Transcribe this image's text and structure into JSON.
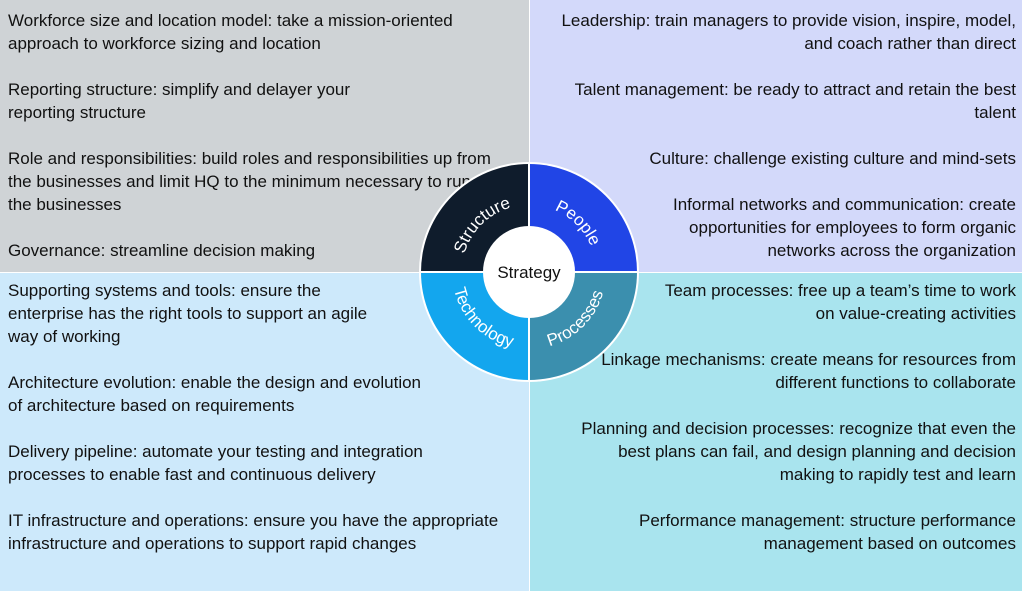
{
  "center_label": "Strategy",
  "colors": {
    "structure": "#0f1c2c",
    "people": "#2145e6",
    "technology": "#13a6ee",
    "processes": "#3b8fae",
    "structure_bg": "#cfd3d6",
    "people_bg": "#d3d9fa",
    "technology_bg": "#cde9fb",
    "processes_bg": "#a9e4ee"
  },
  "wheel": {
    "structure": "Structure",
    "people": "People",
    "technology": "Technology",
    "processes": "Processes"
  },
  "structure_items": [
    {
      "title": "Workforce size and location model:",
      "text": " take a mission-oriented approach to workforce sizing and location"
    },
    {
      "title": "Reporting structure:",
      "text": " simplify and delayer your reporting structure"
    },
    {
      "title": "Role and responsibilities:",
      "text": " build roles and responsibilities up from the businesses and limit HQ to the minimum necessary to run the businesses"
    },
    {
      "title": "Governance:",
      "text": " streamline decision making"
    }
  ],
  "people_items": [
    {
      "title": "Leadership:",
      "text": " train managers to provide vision, inspire, model, and coach rather than direct"
    },
    {
      "title": "Talent management:",
      "text": " be ready to attract and retain the best talent"
    },
    {
      "title": "Culture:",
      "text": " challenge existing culture and mind-sets"
    },
    {
      "title": "Informal networks and communication:",
      "text": " create opportunities for employees to form organic networks across the organization"
    }
  ],
  "technology_items": [
    {
      "title": "Supporting systems and tools:",
      "text": " ensure the enterprise has the right tools to support an agile way of working"
    },
    {
      "title": "Architecture evolution:",
      "text": " enable the design and evolution of architecture based on requirements"
    },
    {
      "title": "Delivery pipeline:",
      "text": " automate your testing and integration processes to enable fast and continuous delivery"
    },
    {
      "title": "IT infrastructure and operations:",
      "text": " ensure you have the appropriate infrastructure and operations to support rapid changes"
    }
  ],
  "processes_items": [
    {
      "title": "Team processes:",
      "text": " free up a team’s time to work on value-creating activities"
    },
    {
      "title": "Linkage mechanisms:",
      "text": " create means for resources from different functions to collaborate"
    },
    {
      "title": "Planning and decision processes:",
      "text": " recognize that even the best plans can fail, and design planning and decision making to rapidly test and learn"
    },
    {
      "title": "Performance management:",
      "text": " structure performance management based on outcomes"
    }
  ]
}
